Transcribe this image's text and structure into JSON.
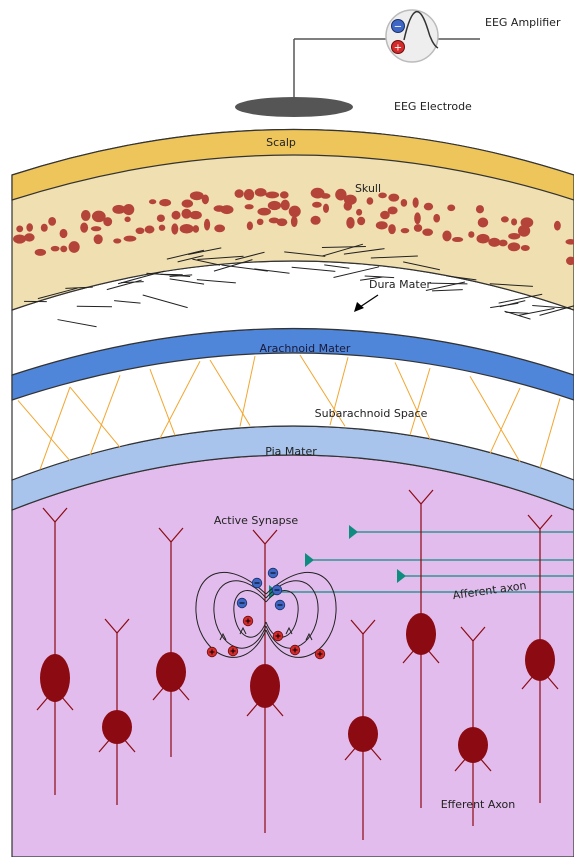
{
  "labels": {
    "amplifier": "EEG Amplifier",
    "electrode": "EEG Electrode",
    "scalp": "Scalp",
    "skull": "Skull",
    "dura": "Dura Mater",
    "arachnoid": "Arachnoid Mater",
    "subarachnoid": "Subarachnoid Space",
    "pia": "Pia Mater",
    "synapse": "Active Synapse",
    "afferent": "Afferent axon",
    "efferent": "Efferent Axon"
  },
  "symbols": {
    "minus": "−",
    "plus": "+"
  },
  "colors": {
    "scalp": "#eec55a",
    "skull": "#f0dfb0",
    "skull_dots": "#b4433a",
    "dura": "#ffffff",
    "arachnoid": "#4f86d9",
    "subarachnoid_strands": "#f2a630",
    "pia": "#a8c4ec",
    "cortex": "#e2bcec",
    "neuron": "#8c0a12",
    "axon": "#0e8c80",
    "electrode": "#555555",
    "negative": "#3d66c5",
    "positive": "#d42b2b"
  },
  "icons": {
    "amplifier": "waveform-amplifier-icon",
    "electrode": "electrode-disc-icon",
    "afferent_arrow": "triangle-arrow-icon"
  }
}
